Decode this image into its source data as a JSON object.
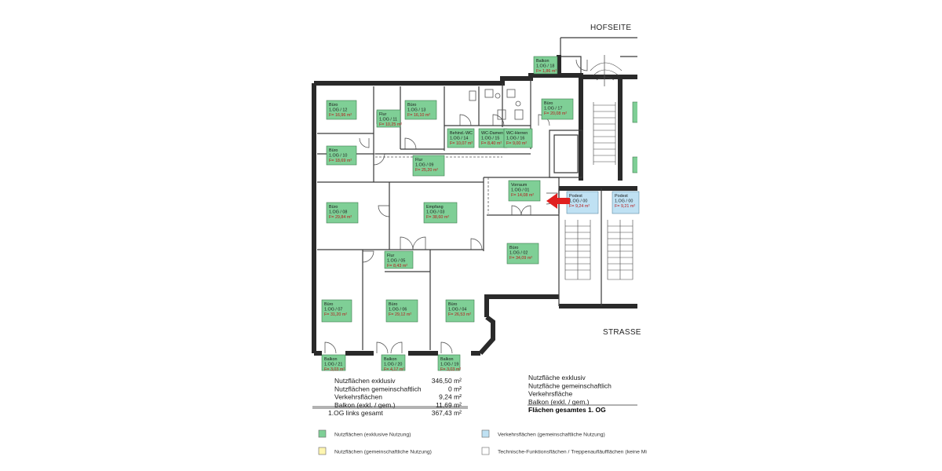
{
  "headings": {
    "top": "HOFSEITE",
    "bottom": "STRASSE"
  },
  "rooms": [
    {
      "id": "r12",
      "name": "Büro",
      "code": "1.OG / 12",
      "area": "F= 16,96 m²",
      "type": "green"
    },
    {
      "id": "r11",
      "name": "Flur",
      "code": "1.OG / 11",
      "area": "F= 10,25 m²",
      "type": "green"
    },
    {
      "id": "r13",
      "name": "Büro",
      "code": "1.OG / 13",
      "area": "F= 16,10 m²",
      "type": "green"
    },
    {
      "id": "r14",
      "name": "Behind.-WC",
      "code": "1.OG / 14",
      "area": "F= 10,07 m²",
      "type": "green"
    },
    {
      "id": "r15",
      "name": "WC-Damen",
      "code": "1.OG / 15",
      "area": "F= 8,40 m²",
      "type": "green"
    },
    {
      "id": "r16",
      "name": "WC-Herren",
      "code": "1.OG / 16",
      "area": "F= 9,00 m²",
      "type": "green"
    },
    {
      "id": "r17",
      "name": "Büro",
      "code": "1.OG / 17",
      "area": "F= 20,08 m²",
      "type": "green"
    },
    {
      "id": "r18",
      "name": "Balkon",
      "code": "1.OG / 18",
      "area": "F= 1,86 m²",
      "type": "green"
    },
    {
      "id": "r10",
      "name": "Büro",
      "code": "1.OG / 10",
      "area": "F= 18,69 m²",
      "type": "green"
    },
    {
      "id": "r09",
      "name": "Flur",
      "code": "1.OG / 09",
      "area": "F= 25,20 m²",
      "type": "green"
    },
    {
      "id": "r01",
      "name": "Vorraum",
      "code": "1.OG / 01",
      "area": "F= 14,08 m²",
      "type": "green"
    },
    {
      "id": "p1",
      "name": "Podest",
      "code": "1.OG / 00",
      "area": "F= 9,24 m²",
      "type": "blue"
    },
    {
      "id": "p2",
      "name": "Podest",
      "code": "1.OG / 00",
      "area": "F= 9,21 m²",
      "type": "blue"
    },
    {
      "id": "r08",
      "name": "Büro",
      "code": "1.OG / 08",
      "area": "F= 29,84 m²",
      "type": "green"
    },
    {
      "id": "r03",
      "name": "Empfang",
      "code": "1.OG / 03",
      "area": "F= 38,60 m²",
      "type": "green"
    },
    {
      "id": "r02",
      "name": "Büro",
      "code": "1.OG / 02",
      "area": "F= 34,09 m²",
      "type": "green"
    },
    {
      "id": "r05",
      "name": "Flur",
      "code": "1.OG / 05",
      "area": "F= 8,43 m²",
      "type": "green"
    },
    {
      "id": "r07",
      "name": "Büro",
      "code": "1.OG / 07",
      "area": "F= 31,20 m²",
      "type": "green"
    },
    {
      "id": "r06",
      "name": "Büro",
      "code": "1.OG / 06",
      "area": "F= 29,12 m²",
      "type": "green"
    },
    {
      "id": "r04",
      "name": "Büro",
      "code": "1.OG / 04",
      "area": "F= 26,53 m²",
      "type": "green"
    },
    {
      "id": "b21",
      "name": "Balkon",
      "code": "1.OG / 21",
      "area": "F= 3,03 m²",
      "type": "green"
    },
    {
      "id": "b20",
      "name": "Balkon",
      "code": "1.OG / 20",
      "area": "F= 4,17 m²",
      "type": "green"
    },
    {
      "id": "b19",
      "name": "Balkon",
      "code": "1.OG / 19",
      "area": "F= 3,03 m²",
      "type": "green"
    }
  ],
  "summary_left": [
    {
      "label": "Nutzflächen exklusiv",
      "value": "346,50 m²"
    },
    {
      "label": "Nutzflächen gemeinschaftlich",
      "value": "0 m²"
    },
    {
      "label": "Verkehrsflächen",
      "value": "9,24 m²"
    },
    {
      "label": "Balkon  (exkl. / gem.)",
      "value": "11,69 m²"
    },
    {
      "label": "1.OG links gesamt",
      "value": "367,43 m²"
    }
  ],
  "summary_right": [
    "Nutzfläche exklusiv",
    "Nutzfläche gemeinschaftlich",
    "Verkehrsfläche",
    "Balkon (exkl. / gem.)",
    "Flächen gesamtes 1. OG"
  ],
  "legend": [
    {
      "label": "Nutzflächen (exklusive Nutzung)",
      "color": "#7fcf96"
    },
    {
      "label": "Verkehrsflächen (gemeinschaftliche Nutzung)",
      "color": "#bfe1f3"
    },
    {
      "label": "Nutzflächen (gemeinschaftliche Nutzung)",
      "color": "#fff6b0"
    },
    {
      "label": "Technische-Funktionsflächen / Treppenaufläufflächen (keine Mi",
      "color": "#ffffff"
    }
  ],
  "colors": {
    "exclusive": "#7fcf96",
    "traffic": "#bfe1f3",
    "shared": "#fff6b0",
    "arrow": "#e02020"
  }
}
